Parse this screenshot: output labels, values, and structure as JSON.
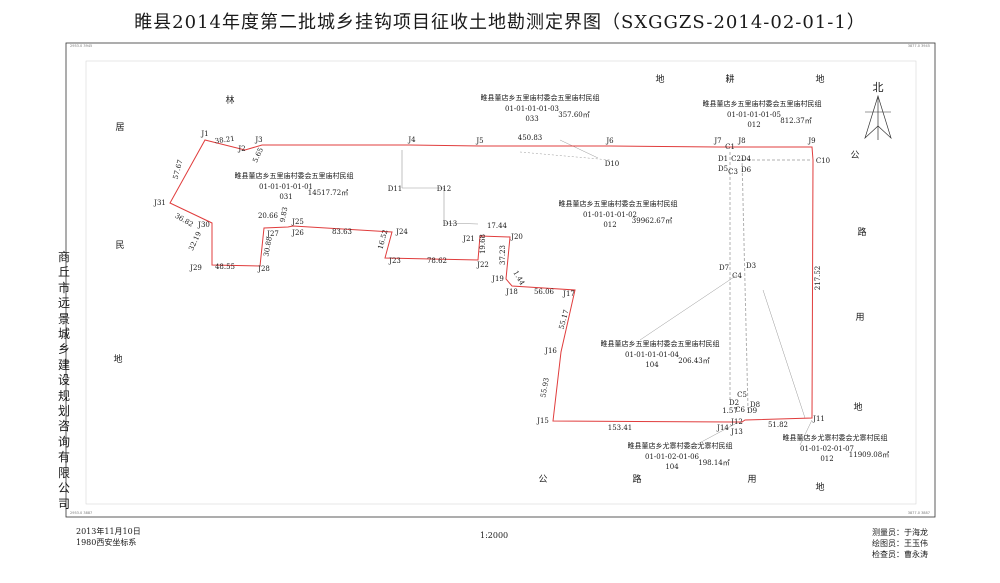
{
  "title": "睢县2014年度第二批城乡挂钩项目征收土地勘测定界图（SXGGZS-2014-02-01-1）",
  "company": "商丘市远景城乡建设规划咨询有限公司",
  "footer": {
    "date": "2013年11月10日",
    "crs": "1980西安坐标系",
    "scale": "1:2000",
    "surveyor": "测量员：于海龙",
    "drafter": "绘图员：王玉伟",
    "checker": "检查员：曹永涛"
  },
  "north_label": "北",
  "colors": {
    "boundary": "#e03c3c",
    "frame": "#333333",
    "inner_line": "#999999",
    "dashed": "#b0b0b0",
    "text": "#1a1a1a"
  },
  "frame_corner_labels": [
    "2953.0 3945",
    "3877.0 3945",
    "2953.0 3887",
    "3877.0 3887"
  ],
  "landuse_labels": [
    "林",
    "居",
    "民",
    "地",
    "地",
    "耕",
    "地",
    "公",
    "路",
    "用",
    "地",
    "公",
    "路",
    "用",
    "地"
  ],
  "boundary_points": [
    "J1",
    "J2",
    "J3",
    "J4",
    "J5",
    "J6",
    "J7",
    "J8",
    "J9",
    "C10",
    "J11",
    "J12",
    "J13",
    "J14",
    "J15",
    "J16",
    "J17",
    "J18",
    "J19",
    "J20",
    "J21",
    "J22",
    "J23",
    "J24",
    "J25",
    "J26",
    "J27",
    "J28",
    "J29",
    "J30",
    "J31"
  ],
  "inner_points": [
    "C1",
    "D1",
    "C2",
    "D4",
    "D5",
    "C3",
    "D6",
    "D10",
    "D11",
    "D12",
    "D13",
    "D7",
    "C4",
    "D3",
    "D2",
    "C5",
    "D8",
    "C6",
    "D9"
  ],
  "edge_lengths": [
    "38.21",
    "5.65",
    "450.83",
    "217.52",
    "51.82",
    "1.57",
    "153.41",
    "55.93",
    "55.17",
    "56.06",
    "1.44",
    "37.23",
    "19.68",
    "17.44",
    "78.62",
    "16.52",
    "83.63",
    "9.83",
    "20.66",
    "30.88",
    "48.55",
    "32.19",
    "36.82",
    "57.67"
  ],
  "parcels": [
    {
      "owner": "睢县董店乡五里庙村委会五里庙村民组",
      "code": "01-01-01-01-03",
      "class": "033",
      "area": "357.60㎡"
    },
    {
      "owner": "睢县董店乡五里庙村委会五里庙村民组",
      "code": "01-01-01-01-05",
      "class": "012",
      "area": "812.37㎡"
    },
    {
      "owner": "睢县董店乡五里庙村委会五里庙村民组",
      "code": "01-01-01-01-01",
      "class": "031",
      "area": "14517.72㎡"
    },
    {
      "owner": "睢县董店乡五里庙村委会五里庙村民组",
      "code": "01-01-01-01-02",
      "class": "012",
      "area": "39962.67㎡"
    },
    {
      "owner": "睢县董店乡五里庙村委会五里庙村民组",
      "code": "01-01-01-01-04",
      "class": "104",
      "area": "206.43㎡"
    },
    {
      "owner": "睢县董店乡尤寨村委会尤寨村民组",
      "code": "01-01-02-01-06",
      "class": "104",
      "area": "198.14㎡"
    },
    {
      "owner": "睢县董店乡尤寨村委会尤寨村民组",
      "code": "01-01-02-01-07",
      "class": "012",
      "area": "11909.08㎡"
    }
  ]
}
